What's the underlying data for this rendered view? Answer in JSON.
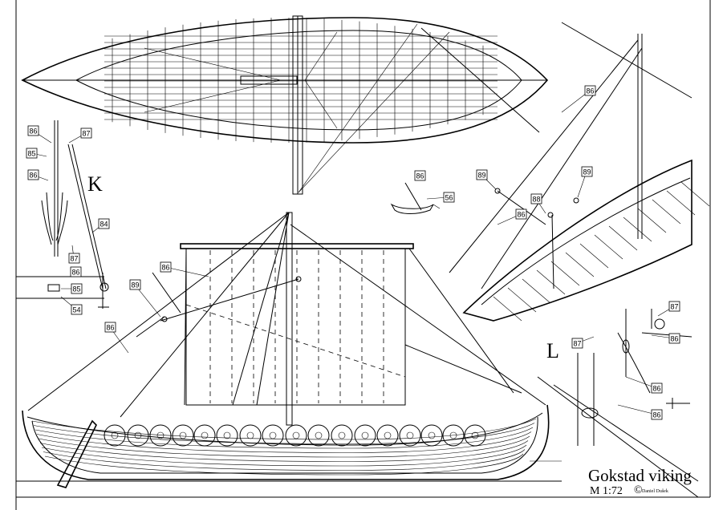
{
  "drawing": {
    "title": "Gokstad viking",
    "scale": "M 1:72",
    "copyright_mark": "©",
    "author": "Daniel Dušek"
  },
  "detail_labels": {
    "k": "K",
    "l": "L"
  },
  "callouts": {
    "c1": "86",
    "c2": "87",
    "c3": "85",
    "c4": "86",
    "c5": "84",
    "c6": "87",
    "c7": "86",
    "c8": "85",
    "c9": "54",
    "c10": "86",
    "c11": "56",
    "c12": "86",
    "c13": "89",
    "c14": "89",
    "c15": "88",
    "c16": "86",
    "c17": "86",
    "c18": "89",
    "c19": "86",
    "c20": "87",
    "c21": "87",
    "c22": "86",
    "c23": "86",
    "c24": "86"
  }
}
